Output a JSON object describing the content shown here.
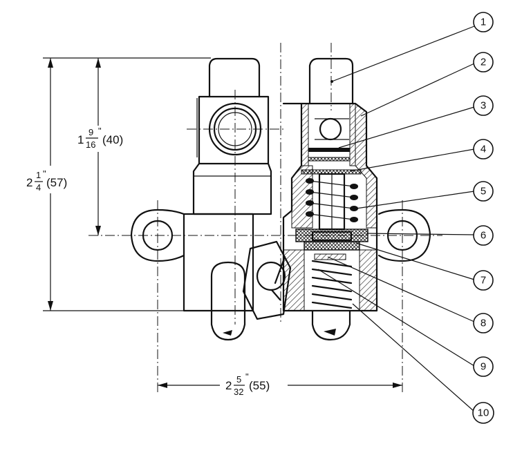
{
  "dimensions": {
    "overall_height": {
      "whole": "2",
      "num": "1",
      "den": "4",
      "unit_mark": "\"",
      "metric": "(57)"
    },
    "upper_height": {
      "whole": "1",
      "num": "9",
      "den": "16",
      "unit_mark": "\"",
      "metric": "(40)"
    },
    "mount_spacing": {
      "whole": "2",
      "num": "5",
      "den": "32",
      "unit_mark": "\"",
      "metric": "(55)"
    }
  },
  "callouts": [
    {
      "number": "1"
    },
    {
      "number": "2"
    },
    {
      "number": "3"
    },
    {
      "number": "4"
    },
    {
      "number": "5"
    },
    {
      "number": "6"
    },
    {
      "number": "7"
    },
    {
      "number": "8"
    },
    {
      "number": "9"
    },
    {
      "number": "10"
    }
  ]
}
